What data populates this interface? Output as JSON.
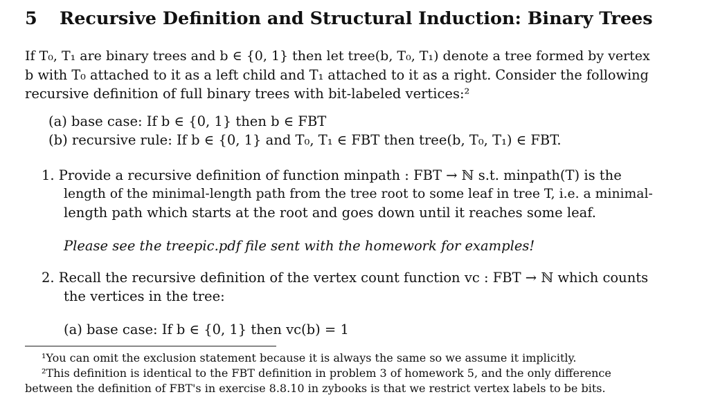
{
  "section": {
    "number": "5",
    "title": "Recursive Definition and Structural Induction: Binary Trees"
  },
  "intro": {
    "line1": "If T₀, T₁ are binary trees and b ∈ {0, 1} then let tree(b, T₀, T₁) denote a tree formed by vertex",
    "line2": "b with T₀ attached to it as a left child and T₁ attached to it as a right. Consider the following",
    "line3": "recursive definition of full binary trees with bit-labeled vertices:²"
  },
  "definition": {
    "a": "(a) base case: If b ∈ {0, 1} then b ∈ FBT",
    "b": "(b) recursive rule: If b ∈ {0, 1} and T₀, T₁ ∈ FBT then tree(b, T₀, T₁) ∈ FBT."
  },
  "item1": {
    "line1": "1. Provide a recursive definition of function minpath : FBT → ℕ s.t. minpath(T) is the",
    "line2": "length of the minimal-length path from the tree root to some leaf in tree T, i.e. a minimal-",
    "line3": "length path which starts at the root and goes down until it reaches some leaf.",
    "note": "Please see the treepic.pdf file sent with the homework for examples!"
  },
  "item2": {
    "line1": "2. Recall the recursive definition of the vertex count function vc : FBT → ℕ which counts",
    "line2": "the vertices in the tree:",
    "base": "(a) base case: If b ∈ {0, 1} then vc(b) = 1"
  },
  "footnotes": {
    "fn1": "¹You can omit the exclusion statement because it is always the same so we assume it implicitly.",
    "fn2_line1": "²This definition is identical to the FBT definition in problem 3 of homework 5, and the only difference",
    "fn2_line2": "between the definition of FBT's in exercise 8.8.10 in zybooks is that we restrict vertex labels to be bits."
  }
}
